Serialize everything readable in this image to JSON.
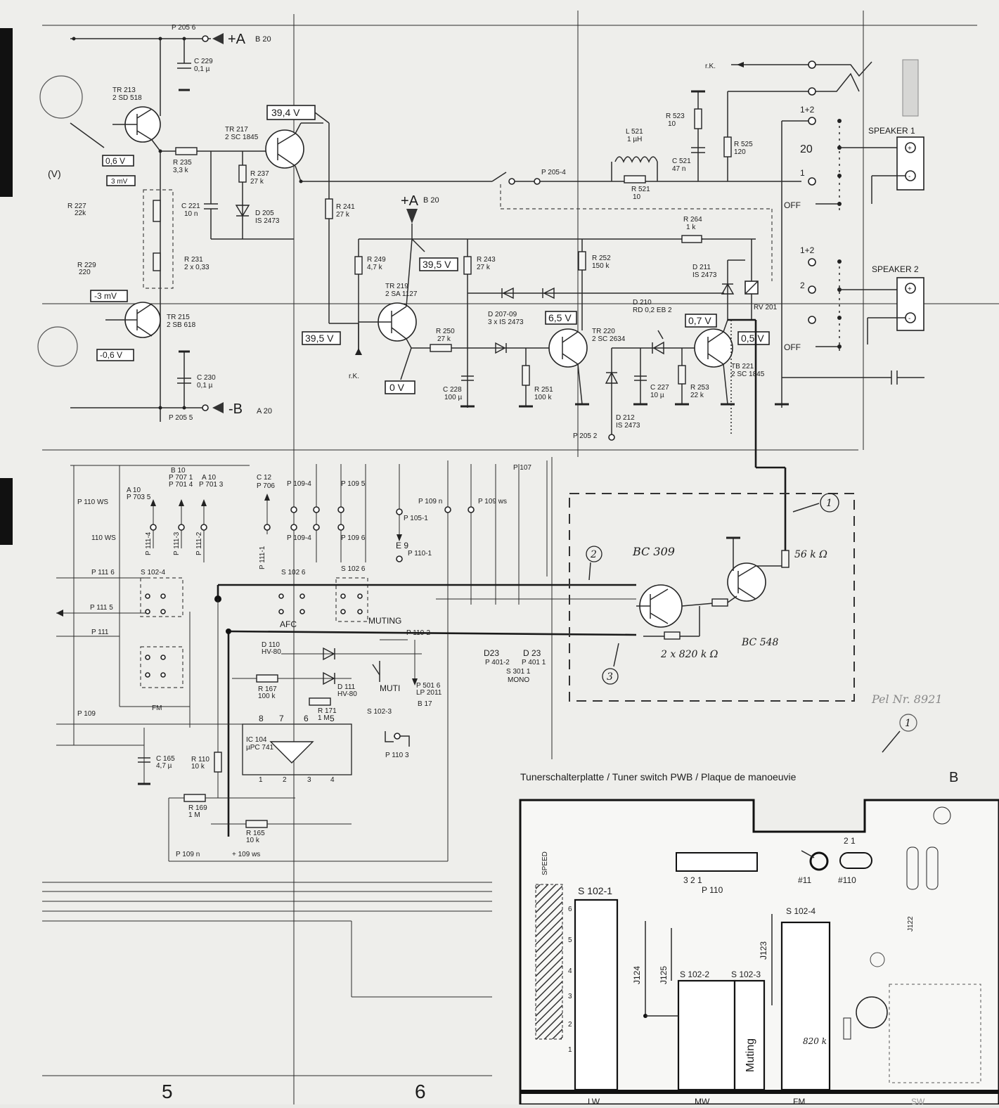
{
  "upper": {
    "power_pos": {
      "ref": "P 205 6",
      "label": "+A",
      "sheet": "B 20"
    },
    "power_neg": {
      "ref": "P 205 5",
      "label": "-B",
      "sheet": "A 20"
    },
    "tr213": {
      "name": "TR 213",
      "type": "2 SD 518"
    },
    "tr215": {
      "name": "TR 215",
      "type": "2 SB 618"
    },
    "tr217": {
      "name": "TR 217",
      "type": "2 SC 1845"
    },
    "tr219": {
      "name": "TR 219",
      "type": "2 SA 1127"
    },
    "tr220": {
      "name": "TR 220",
      "type": "2 SC 2634"
    },
    "tr221": {
      "name": "TB 221",
      "type": "2 SC 1845"
    },
    "c229": {
      "name": "C 229",
      "val": "0,1 µ"
    },
    "c230": {
      "name": "C 230",
      "val": "0,1 µ"
    },
    "c221": {
      "name": "C 221",
      "val": "10 n"
    },
    "c228": {
      "name": "C 228",
      "val": "100 µ"
    },
    "c227": {
      "name": "C 227",
      "val": "10 µ"
    },
    "c521": {
      "name": "C 521",
      "val": "47 n"
    },
    "r235": {
      "name": "R 235",
      "val": "3,3 k"
    },
    "r237": {
      "name": "R 237",
      "val": "27 k"
    },
    "r241": {
      "name": "R 241",
      "val": "27 k"
    },
    "r249": {
      "name": "R 249",
      "val": "4,7 k"
    },
    "r243": {
      "name": "R 243",
      "val": "27 k"
    },
    "r252": {
      "name": "R 252",
      "val": "150 k"
    },
    "r250": {
      "name": "R 250",
      "val": "27 k"
    },
    "r251": {
      "name": "R 251",
      "val": "100 k"
    },
    "r253": {
      "name": "R 253",
      "val": "22 k"
    },
    "r264": {
      "name": "R 264",
      "val": "1 k"
    },
    "r231": {
      "name": "R 231",
      "val": "2 x 0,33"
    },
    "r227": {
      "name": "R 227",
      "val": "22k"
    },
    "r229": {
      "name": "R 229",
      "val": "220"
    },
    "r521": {
      "name": "R 521",
      "val": "10"
    },
    "r523": {
      "name": "R 523",
      "val": "10"
    },
    "r525": {
      "name": "R 525",
      "val": "120"
    },
    "l521": {
      "name": "L 521",
      "val": "1 µH"
    },
    "d205": {
      "name": "D 205",
      "val": "IS 2473"
    },
    "d207": {
      "name": "D 207-09",
      "val": "3 x IS 2473"
    },
    "d210": {
      "name": "D 210",
      "val": "RD 0,2 EB 2"
    },
    "d211": {
      "name": "D 211",
      "val": "IS 2473"
    },
    "d212": {
      "name": "D 212",
      "val": "IS 2473"
    },
    "rv201": "RV 201",
    "p2054": "P 205-4",
    "p2052": "P 205 2",
    "rk": "r.K.",
    "v_394": "39,4 V",
    "v_395a": "39,5 V",
    "v_395b": "39,5 V",
    "v_06": "0,6 V",
    "v_mv": "-3 mV",
    "v_m06": "-0,6 V",
    "v_small": "3 mV",
    "v_0": "0 V",
    "v_65": "6,5 V",
    "v_07": "0,7 V",
    "v_05": "0,5 V",
    "left_v": "(V)",
    "speaker1": "SPEAKER 1",
    "speaker2": "SPEAKER 2",
    "sw_12a": "1+2",
    "sw_20": "20",
    "sw_1": "1",
    "sw_off1": "OFF",
    "sw_12b": "1+2",
    "sw_2": "2",
    "sw_off2": "OFF",
    "plus": "+",
    "minus": "-"
  },
  "lower": {
    "labels": {
      "b10": "B 10",
      "p7071": "P 707 1",
      "p7014": "P 701 4",
      "a10a": "A 10",
      "p7013": "P 701 3",
      "a10b": "A 10",
      "p7035": "P 703 5",
      "c12": "C 12",
      "p706": "P 706",
      "p1094": "P 109-4",
      "p1095": "P 109 5",
      "p1094b": "P 109-4",
      "p1096": "P 109 6",
      "p109n": "P 109 n",
      "p109ws": "P 109 ws",
      "p107": "P 107",
      "p1051": "P 105-1",
      "e9": "E 9",
      "p1101": "P 110-1",
      "p1102": "P 110-2",
      "p1103": "P 110 3",
      "s1024": "S 102-4",
      "s1026a": "S 102 6",
      "s1026b": "S 102 6",
      "s1023": "S 102-3",
      "afc": "AFC",
      "muting": "MUTING",
      "muti": "MUTI",
      "fm": "FM",
      "p1114": "P 111-4",
      "p1113": "P 111-3",
      "p1112": "P 111-2",
      "p1111": "P 111-1",
      "p1116": "P 111 6",
      "p1115": "P 111 5",
      "p111": "P 111",
      "d110": "D 110",
      "hv": "HV-80",
      "d111": "D 111",
      "hv2": "HV-80",
      "r167": "R 167",
      "r167v": "100 k",
      "r171": "R 171",
      "r171v": "1 M",
      "ic": "IC 104",
      "ictype": "µPC 741",
      "r110": "R 110",
      "r110v": "10 k",
      "r169": "R 169",
      "r169v": "1 M",
      "r165": "R 165",
      "r165v": "10 k",
      "c165": "C 165",
      "c165v": "4,7 µ",
      "p109": "P 109",
      "p109b": "P 109 n",
      "p109c": "+ 109 ws",
      "d23a": "D23",
      "d23b": "D 23",
      "p4012": "P 401-2",
      "p4011": "P 401 1",
      "s3011": "S 301 1",
      "mono": "MONO",
      "p5016": "P 501 6",
      "p2011": "LP 2011",
      "b17": "B 17",
      "ws1": "P 110 WS",
      "ws2": "110 WS",
      "pin8": "8",
      "pin7": "7",
      "pin6": "6",
      "pin5": "5",
      "pin1": "1",
      "pin2": "2",
      "pin3": "3",
      "pin4": "4"
    },
    "mod": {
      "bc309": "BC 309",
      "bc548": "BC 548",
      "r56k": "56 k Ω",
      "r820": "2 x 820 k Ω",
      "m1": "1",
      "m2": "2",
      "m3": "3",
      "refno": "Pel Nr. 8921",
      "m1b": "1"
    },
    "pwb": {
      "caption": "Tunerschalterplatte / Tuner switch PWB / Plaque de manoeuvie",
      "sheet": "B",
      "s1021": "S 102-1",
      "s1022": "S 102-2",
      "s1023": "S 102-3",
      "s1024": "S 102-4",
      "p110": "P 110",
      "pins": "3      2      1",
      "pins2": "2     1",
      "h1": "#11",
      "h2": "#110",
      "speed": "SPEED",
      "j124": "J124",
      "j125": "J125",
      "j123": "J123",
      "j122": "J122",
      "muting": "Muting",
      "k820": "820 k",
      "lw": "LW",
      "mw": "MW",
      "fm": "FM",
      "sw": "SW"
    },
    "col5": "5",
    "col6": "6"
  }
}
